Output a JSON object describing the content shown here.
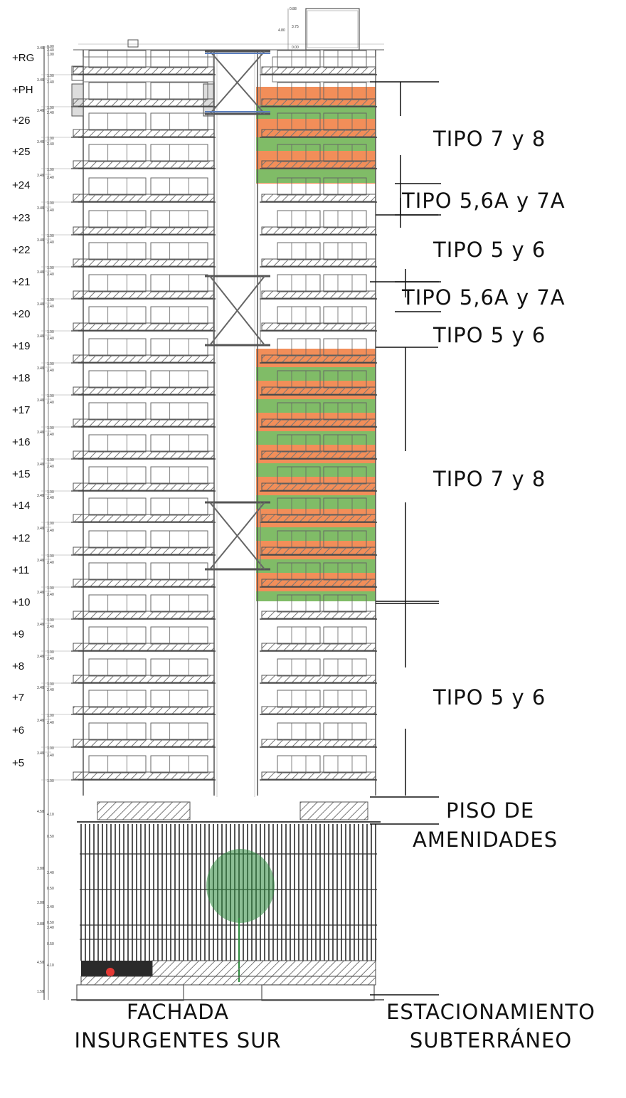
{
  "colors": {
    "orange": "#f07a3c",
    "green": "#6ab04c",
    "line": "#555555",
    "tree": "#2e8b3e",
    "accent_red": "#e53935"
  },
  "levels": [
    "+RG",
    "+PH",
    "+26",
    "+25",
    "+24",
    "+23",
    "+22",
    "+21",
    "+20",
    "+19",
    "+18",
    "+17",
    "+16",
    "+15",
    "+14",
    "+12",
    "+11",
    "+10",
    "+9",
    "+8",
    "+7",
    "+6",
    "+5"
  ],
  "type_labels": [
    "TIPO 7 y 8",
    "TIPO 5,6A y 7A",
    "TIPO 5 y 6",
    "TIPO 5,6A y 7A",
    "TIPO 5 y 6",
    "TIPO 7 y 8",
    "TIPO 5 y 6"
  ],
  "amenities_label": [
    "PISO DE",
    "AMENIDADES"
  ],
  "footer": {
    "left": [
      "FACHADA",
      "INSURGENTES SUR"
    ],
    "right": [
      "ESTACIONAMIENTO",
      "SUBTERRÁNEO"
    ]
  },
  "dim_numbers": {
    "floor": [
      "3.40",
      "2.40",
      "1.00"
    ],
    "top": [
      "0.00",
      "1.00"
    ],
    "penthouse_box": [
      "0.88",
      "4.80",
      "3.75",
      "0.00"
    ],
    "base": [
      "4.50",
      "4.10",
      "0.50",
      "3.80",
      "3.40",
      "1.50"
    ]
  }
}
